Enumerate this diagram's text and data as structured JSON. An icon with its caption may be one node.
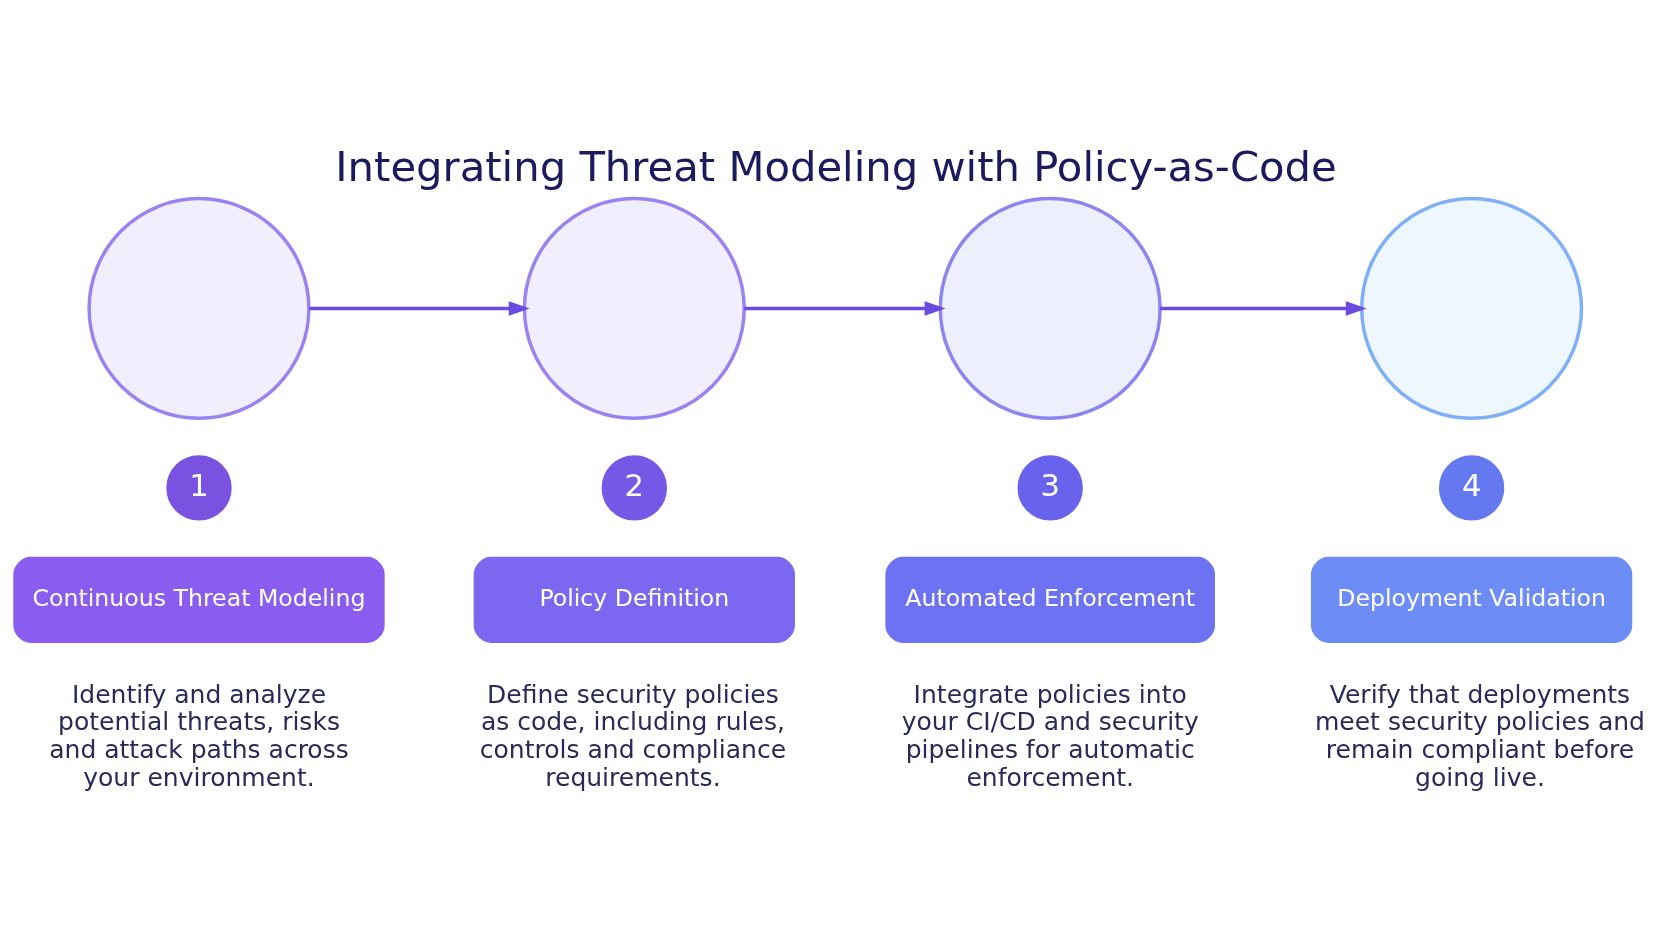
{
  "diagram": {
    "title": "Integrating Threat Modeling with Policy-as-Code",
    "nodes": [
      {
        "text": [],
        "shape": "circle"
      },
      {
        "text": [],
        "shape": "circle"
      },
      {
        "text": [],
        "shape": "circle"
      },
      {
        "text": [],
        "shape": "circle"
      },
      {
        "text": [
          "1"
        ]
      },
      {
        "text": [
          "2"
        ]
      },
      {
        "text": [
          "3"
        ]
      },
      {
        "text": [
          "4"
        ]
      },
      {
        "text": [
          "Continuous Threat Modeling"
        ],
        "beside": [
          "Identify and analyze potential threats, risks and attack paths across your environment."
        ]
      },
      {
        "text": [
          "Policy Definition"
        ],
        "beside": [
          "Define security policies as code, including rules, controls and compliance requirements."
        ]
      },
      {
        "text": [
          "Automated Enforcement"
        ],
        "beside": [
          "Integrate policies into your CI/CD and security pipelines for automatic enforcement."
        ]
      },
      {
        "text": [
          "Deployment Validation"
        ],
        "beside": [
          "Verify that deployments meet security policies and remain compliant before going live."
        ]
      }
    ],
    "edges": [
      {
        "from": 0,
        "to": 1,
        "arrow": "to"
      },
      {
        "from": 1,
        "to": 2,
        "arrow": "to"
      },
      {
        "from": 2,
        "to": 3,
        "arrow": "to"
      }
    ]
  }
}
